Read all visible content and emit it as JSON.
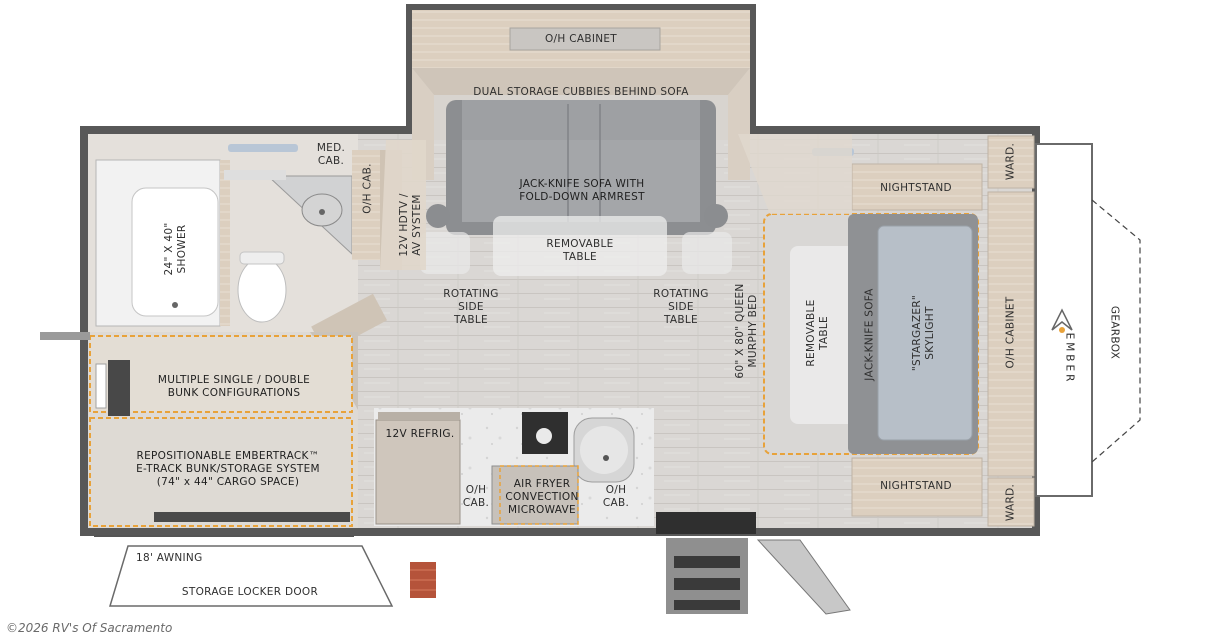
{
  "labels": {
    "oh_cabinet_top": "O/H CABINET",
    "cubbies": "DUAL STORAGE CUBBIES BEHIND SOFA",
    "sofa": "JACK-KNIFE SOFA WITH\nFOLD-DOWN ARMREST",
    "removable_table_front": "REMOVABLE\nTABLE",
    "rot_side_left": "ROTATING\nSIDE\nTABLE",
    "rot_side_right": "ROTATING\nSIDE\nTABLE",
    "med_cab": "MED.\nCAB.",
    "oh_cab_vert": "O/H CAB.",
    "hdtv": "12V HDTV /\nAV SYSTEM",
    "shower": "24\" X 40\"\nSHOWER",
    "bunk": "MULTIPLE SINGLE / DOUBLE\nBUNK CONFIGURATIONS",
    "embertrack": "REPOSITIONABLE EMBERTRACK™\nE-TRACK BUNK/STORAGE SYSTEM\n(74\" x 44\" CARGO SPACE)",
    "refrig": "12V REFRIG.",
    "oh_cab_kitchen_left": "O/H\nCAB.",
    "air_fryer": "AIR FRYER\nCONVECTION\nMICROWAVE",
    "oh_cab_kitchen_right": "O/H\nCAB.",
    "queen_bed": "60\" X 80\" QUEEN\nMURPHY BED",
    "removable_table_bed": "REMOVABLE\nTABLE",
    "jackknife_sofa_bed": "JACK-KNIFE SOFA",
    "skylight": "\"STARGAZER\"\nSKYLIGHT",
    "nightstand_top": "NIGHTSTAND",
    "nightstand_bottom": "NIGHTSTAND",
    "ward_top": "WARD.",
    "ward_bottom": "WARD.",
    "oh_cabinet_right": "O/H CABINET",
    "gearbox": "GEARBOX",
    "ember_logo": "EMBER",
    "awning": "18' AWNING",
    "storage_locker": "STORAGE LOCKER DOOR"
  },
  "credit": "©2026 RV's Of Sacramento",
  "colors": {
    "floor": "#dcd9d6",
    "cabinet": "#d8cdbf",
    "sofa": "#8e9093",
    "wall": "#4a4a4a",
    "highlight": "#e8a23a"
  }
}
